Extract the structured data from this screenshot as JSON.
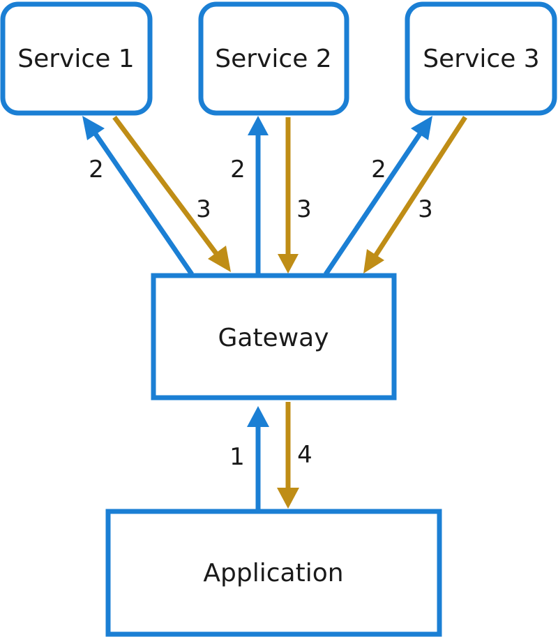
{
  "colors": {
    "request": "#1b7fd4",
    "response": "#bf8d16",
    "text": "#1a1a1a",
    "background": "#ffffff"
  },
  "nodes": {
    "service1": {
      "label": "Service 1"
    },
    "service2": {
      "label": "Service 2"
    },
    "service3": {
      "label": "Service 3"
    },
    "gateway": {
      "label": "Gateway"
    },
    "application": {
      "label": "Application"
    }
  },
  "steps": {
    "app_to_gateway": "1",
    "gateway_to_service1": "2",
    "gateway_to_service2": "2",
    "gateway_to_service3": "2",
    "service1_to_gateway": "3",
    "service2_to_gateway": "3",
    "service3_to_gateway": "3",
    "gateway_to_app": "4"
  }
}
